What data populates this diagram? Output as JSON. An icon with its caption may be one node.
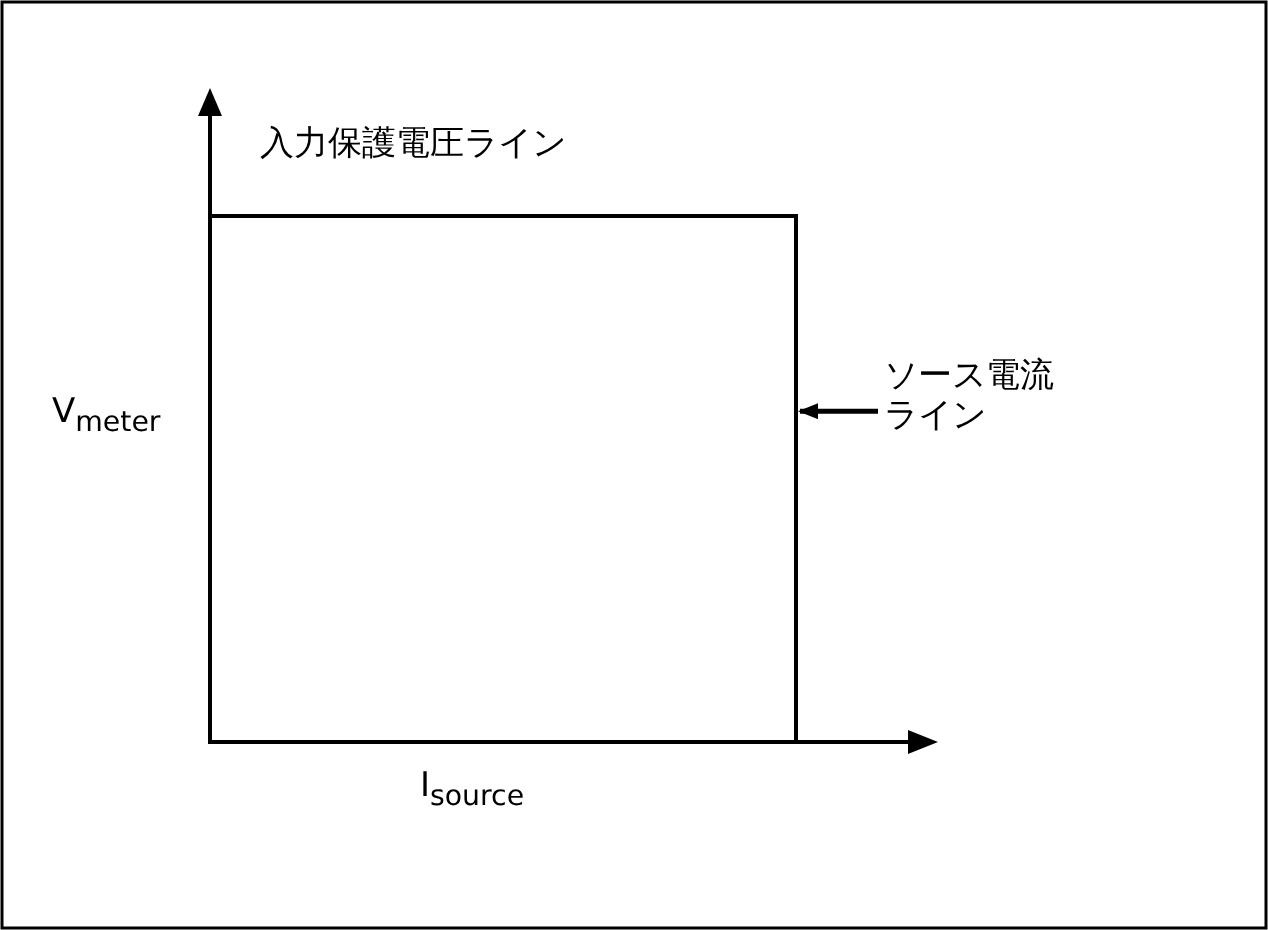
{
  "diagram": {
    "nodes": [
      {
        "text": [
          "ソース電流ライン"
        ]
      },
      {
        "text": [],
        "shape": "box"
      }
    ],
    "edges": [
      {
        "from": 0,
        "to": 1,
        "arrow": "to"
      }
    ],
    "labels": [
      "入力保護電圧ライン",
      "V$_{meter}$",
      "I$_{source}$"
    ]
  }
}
